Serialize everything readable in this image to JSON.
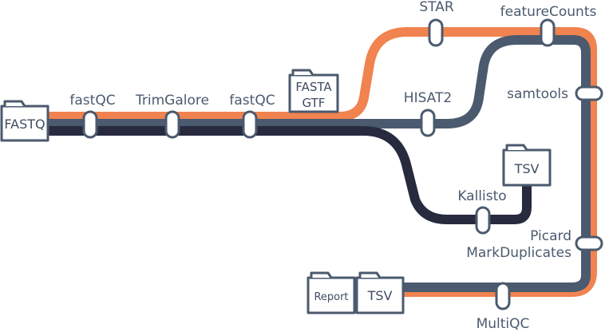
{
  "colors": {
    "star_line": "#f0834f",
    "hisat2_line": "#4b5a6e",
    "kallisto_line": "#282b3e",
    "outline": "#4b5a6e",
    "text": "#4b5a6e"
  },
  "stations": {
    "fastqc_1": "fastQC",
    "trimgalore": "TrimGalore",
    "fastqc_2": "fastQC",
    "star": "STAR",
    "hisat2": "HISAT2",
    "featurecounts": "featureCounts",
    "samtools": "samtools",
    "kallisto": "Kallisto",
    "picard_1": "Picard",
    "picard_2": "MarkDuplicates",
    "multiqc": "MultiQC"
  },
  "files": {
    "input": "FASTQ",
    "reference_1": "FASTA",
    "reference_2": "GTF",
    "kallisto_output": "TSV",
    "report": "Report",
    "final_output": "TSV"
  }
}
